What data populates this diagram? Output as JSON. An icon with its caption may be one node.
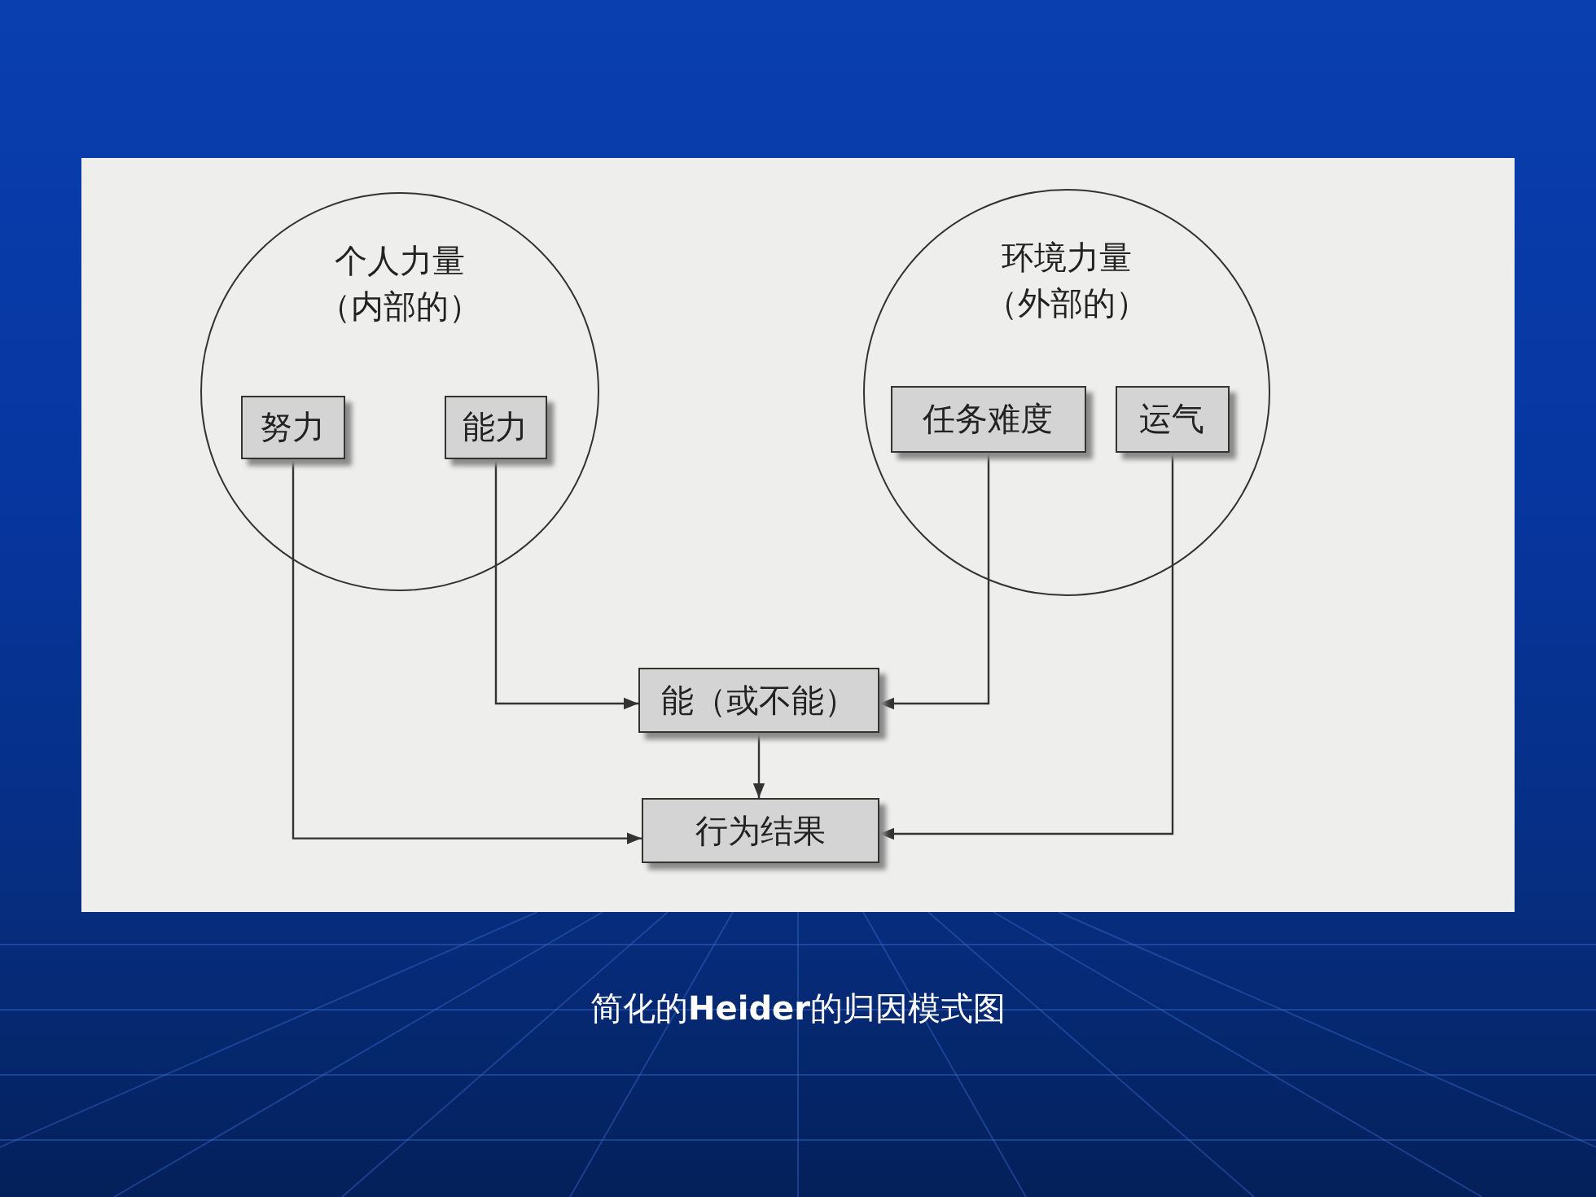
{
  "diagram": {
    "caption": "简化的**Heider**的归因模式图",
    "nodes": [
      {
        "text": [
          "个人力量",
          "（内部的）"
        ]
      },
      {
        "text": [
          "努力"
        ],
        "in": 0
      },
      {
        "text": [
          "能力"
        ],
        "in": 0
      },
      {
        "text": [
          "环境力量",
          "（外部的）"
        ]
      },
      {
        "text": [
          "任务难度"
        ],
        "in": 3
      },
      {
        "text": [
          "运气"
        ],
        "in": 3
      },
      {
        "text": [
          "能（或不能）"
        ]
      },
      {
        "text": [
          "行为结果"
        ]
      }
    ],
    "edges": [
      {
        "from": 1,
        "to": 7,
        "arrow": "to"
      },
      {
        "from": 2,
        "to": 6,
        "arrow": "to"
      },
      {
        "from": 4,
        "to": 6,
        "arrow": "to"
      },
      {
        "from": 5,
        "to": 7,
        "arrow": "to"
      },
      {
        "from": 6,
        "to": 7,
        "arrow": "to"
      }
    ]
  }
}
